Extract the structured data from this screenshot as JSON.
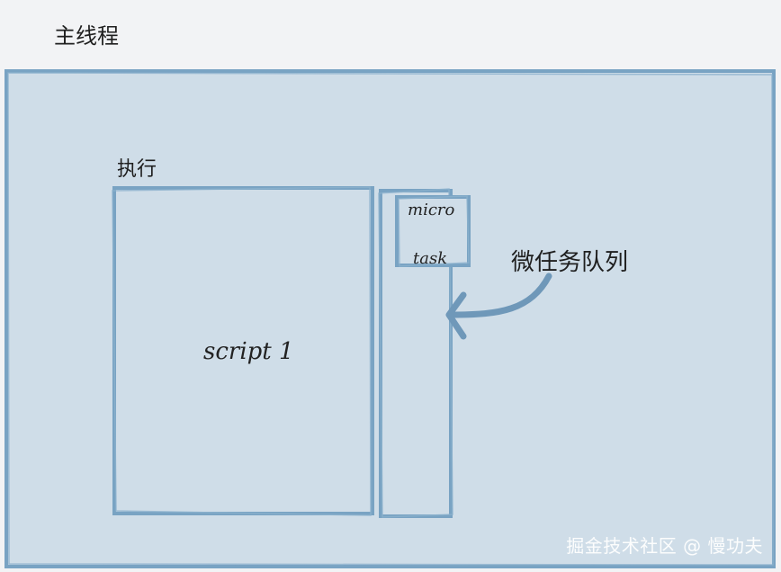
{
  "title": "主线程",
  "execution_label": "执行",
  "script_label": "script 1",
  "microtask_line1": "micro",
  "microtask_line2": "task",
  "queue_label": "微任务队列",
  "watermark": "掘金技术社区 @ 慢功夫",
  "colors": {
    "background": "#f2f3f5",
    "main_fill": "#cfdde8",
    "stroke": "#79a3c3",
    "arrow": "#6f98b9",
    "text": "#1f1f1f"
  }
}
